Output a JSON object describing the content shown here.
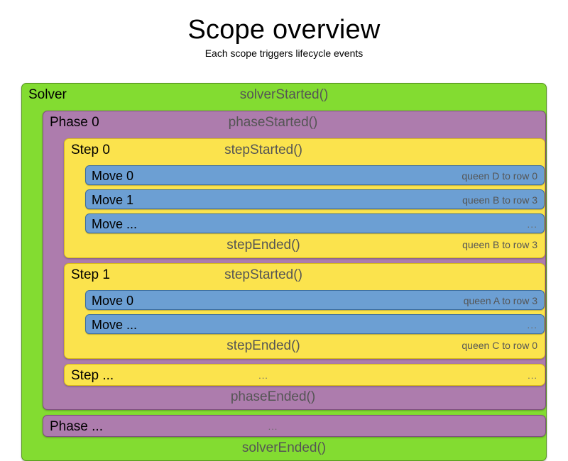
{
  "header": {
    "title": "Scope overview",
    "subtitle": "Each scope triggers lifecycle events"
  },
  "colors": {
    "solver": "#83dc31",
    "phase": "#ad7cad",
    "step": "#fbe34d",
    "move": "#6c9fd3",
    "event_text": "#555555",
    "label_text": "#000000"
  },
  "solver": {
    "label": "Solver",
    "started_event": "solverStarted()",
    "ended_event": "solverEnded()",
    "phases": [
      {
        "label": "Phase 0",
        "started_event": "phaseStarted()",
        "ended_event": "phaseEnded()",
        "steps": [
          {
            "label": "Step 0",
            "started_event": "stepStarted()",
            "ended_event": "stepEnded()",
            "ended_detail": "queen B to row 3",
            "moves": [
              {
                "label": "Move 0",
                "detail": "queen D to row 0"
              },
              {
                "label": "Move 1",
                "detail": "queen B to row 3"
              },
              {
                "label": "Move ...",
                "detail": "..."
              }
            ]
          },
          {
            "label": "Step 1",
            "started_event": "stepStarted()",
            "ended_event": "stepEnded()",
            "ended_detail": "queen C to row 0",
            "moves": [
              {
                "label": "Move 0",
                "detail": "queen A to row 3"
              },
              {
                "label": "Move ...",
                "detail": "..."
              }
            ]
          }
        ],
        "ellipsis_step": {
          "label": "Step ...",
          "center": "...",
          "detail": "..."
        }
      }
    ],
    "ellipsis_phase": {
      "label": "Phase ...",
      "center": "..."
    }
  }
}
